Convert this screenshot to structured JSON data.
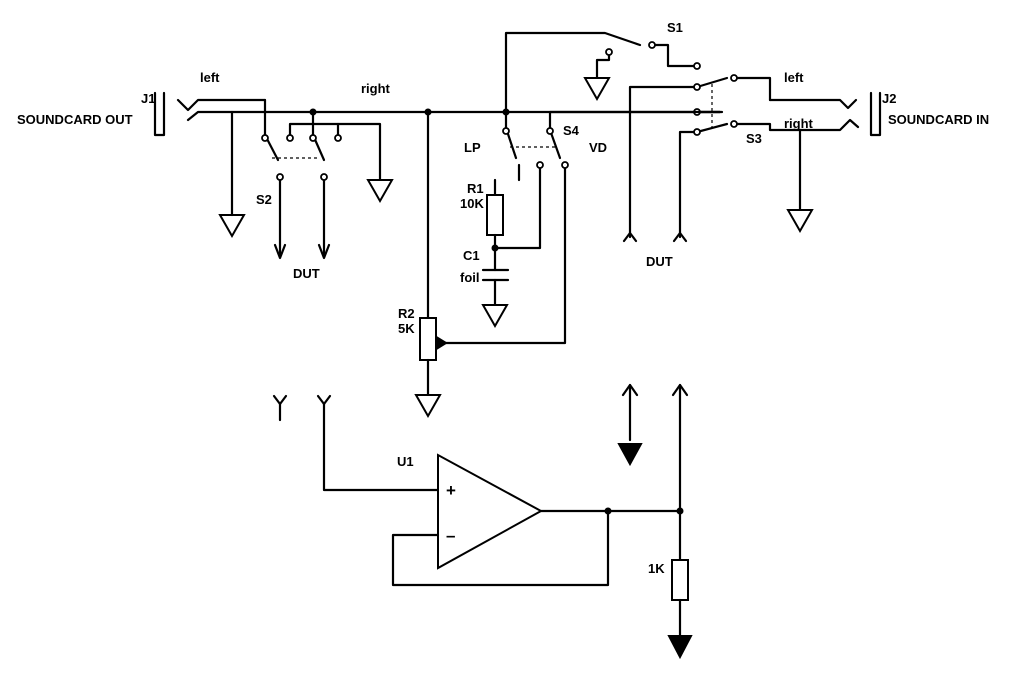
{
  "labels": {
    "j1": "J1",
    "j2": "J2",
    "soundcard_out": "SOUNDCARD OUT",
    "soundcard_in": "SOUNDCARD IN",
    "left_out": "left",
    "right_out": "right",
    "left_in": "left",
    "right_in": "right",
    "s1": "S1",
    "s2": "S2",
    "s3": "S3",
    "s4": "S4",
    "lp": "LP",
    "vd": "VD",
    "r1": "R1",
    "r1_value": "10K",
    "c1": "C1",
    "c1_value": "foil",
    "r2": "R2",
    "r2_value": "5K",
    "dut_left": "DUT",
    "dut_right": "DUT",
    "u1": "U1",
    "plus": "+",
    "minus": "–",
    "r_load_value": "1K"
  }
}
